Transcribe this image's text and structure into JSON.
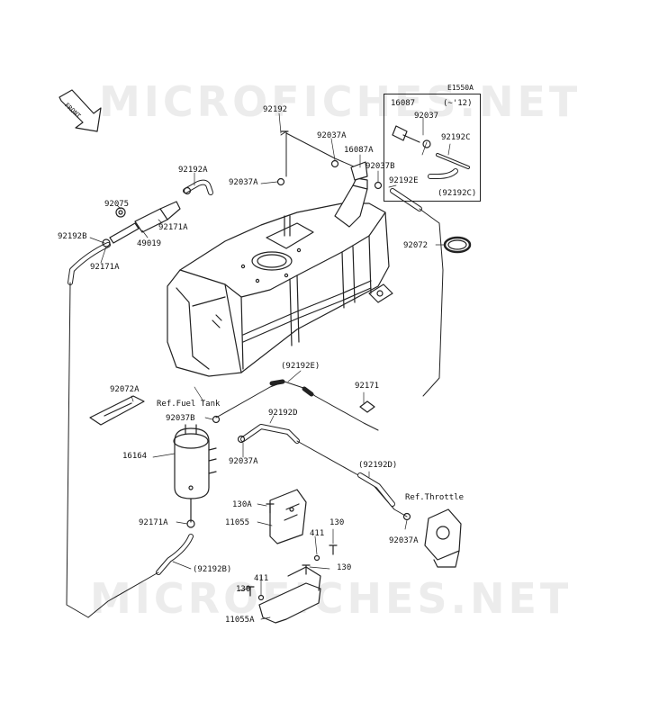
{
  "diagram_code": "E1550A",
  "watermark": "MICROFICHES.NET",
  "front_arrow": "FRONT",
  "inset": {
    "note": "(~'12)"
  },
  "labels": {
    "l16087": "16087",
    "l92037_in": "92037",
    "l92192C": "92192C",
    "l92192C_paren": "(92192C)",
    "l92192": "92192",
    "l92037A_top": "92037A",
    "l16087A": "16087A",
    "l92037B_top": "92037B",
    "l92192E": "92192E",
    "l92192A": "92192A",
    "l92037A_left": "92037A",
    "l92075": "92075",
    "l92171A_a": "92171A",
    "l49019": "49019",
    "l92192B": "92192B",
    "l92171A_b": "92171A",
    "l92072": "92072",
    "l92192E_paren": "(92192E)",
    "l92171": "92171",
    "l92072A": "92072A",
    "ref_fuel_tank": "Ref.Fuel Tank",
    "l92037B_mid": "92037B",
    "l92192D": "92192D",
    "l16164": "16164",
    "l92037A_mid": "92037A",
    "l92192D_paren": "(92192D)",
    "ref_throttle": "Ref.Throttle",
    "l130A": "130A",
    "l11055": "11055",
    "l92171A_c": "92171A",
    "l130_a": "130",
    "l411_a": "411",
    "l92037A_right": "92037A",
    "l92192B_paren": "(92192B)",
    "l130_b": "130",
    "l411_b": "411",
    "l130_c": "130",
    "l11055A": "11055A"
  }
}
